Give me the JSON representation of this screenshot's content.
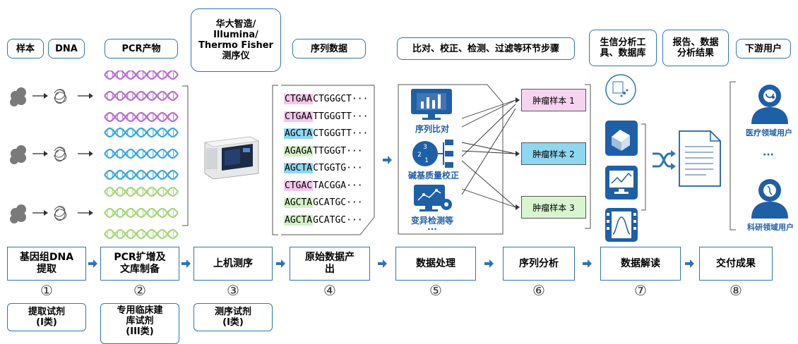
{
  "top_labels": {
    "sample": "样本",
    "dna": "DNA",
    "pcr_product": "PCR产物",
    "sequencer": "华大智造/\nIllumina/\nThermo Fisher\n测序仪",
    "sequence_data": "序列数据",
    "processing": "比对、校正、检测、过滤等环节步骤",
    "bio_tools": "生信分析工\n具、数据库",
    "report": "报告、数据\n分析结果",
    "downstream": "下游用户"
  },
  "sequences": [
    {
      "prefix": "CTGAA",
      "suffix": "CTGGGCT···",
      "color": "#f4c6ea"
    },
    {
      "prefix": "CTGAA",
      "suffix": "TTGGGTT···",
      "color": "#f4c6ea"
    },
    {
      "prefix": "AGCTA",
      "suffix": "CTGGGTT···",
      "color": "#8fd6f0"
    },
    {
      "prefix": "AGAGA",
      "suffix": "TTGGGT···",
      "color": "#d5f0c8"
    },
    {
      "prefix": "AGCTA",
      "suffix": "CTGGTG···",
      "color": "#8fd6f0"
    },
    {
      "prefix": "CTGAC",
      "suffix": "TACGGA···",
      "color": "#f4c6ea"
    },
    {
      "prefix": "AGCTA",
      "suffix": "GCATGC···",
      "color": "#d5f0c8"
    },
    {
      "prefix": "AGCTA",
      "suffix": "GCATGC···",
      "color": "#d5f0c8"
    }
  ],
  "processing_tools": {
    "alignment": "序列比对",
    "quality": "碱基质量校正",
    "variant": "变异检测等",
    "more": "···"
  },
  "tumor_samples": [
    {
      "label": "肿瘤样本 1",
      "color": "#f6d4f0"
    },
    {
      "label": "肿瘤样本 2",
      "color": "#8fd6f0"
    },
    {
      "label": "肿瘤样本 3",
      "color": "#d8f5d0"
    }
  ],
  "users": {
    "medical": "医疗领域用户",
    "ellipsis": "···",
    "research": "科研领域用户"
  },
  "steps": [
    {
      "label": "基因组DNA\n提取",
      "num": "①"
    },
    {
      "label": "PCR扩增及\n文库制备",
      "num": "②"
    },
    {
      "label": "上机测序",
      "num": "③"
    },
    {
      "label": "原始数据产\n出",
      "num": "④"
    },
    {
      "label": "数据处理",
      "num": "⑤"
    },
    {
      "label": "序列分析",
      "num": "⑥"
    },
    {
      "label": "数据解读",
      "num": "⑦"
    },
    {
      "label": "交付成果",
      "num": "⑧"
    }
  ],
  "reagents": {
    "extraction": "提取试剂\n(I类)",
    "clinical": "专用临床建\n库试剂\n(III类)",
    "sequencing": "测序试剂\n(I类)"
  },
  "colors": {
    "accent": "#2e75b6",
    "dark_blue": "#1f5fa6",
    "dna_pink": "#b86ed0",
    "dna_blue": "#3aa8dc",
    "dna_green": "#a6d67a"
  }
}
